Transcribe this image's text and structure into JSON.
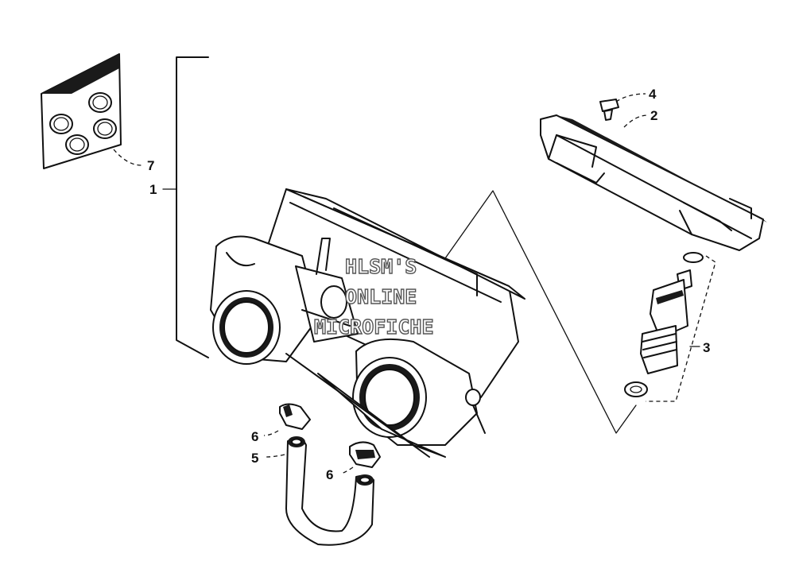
{
  "watermark": {
    "line1": "HLSM'S",
    "line2": "ONLINE",
    "line3": "MICROFICHE"
  },
  "callouts": [
    {
      "id": "c7",
      "number": "7",
      "part": "injector-seal-plate"
    },
    {
      "id": "c1",
      "number": "1",
      "part": "throttle-body-assembly"
    },
    {
      "id": "c4",
      "number": "4",
      "part": "screw"
    },
    {
      "id": "c2",
      "number": "2",
      "part": "fuel-rail"
    },
    {
      "id": "c3",
      "number": "3",
      "part": "fuel-injector"
    },
    {
      "id": "c6a",
      "number": "6",
      "part": "hose-clamp"
    },
    {
      "id": "c5",
      "number": "5",
      "part": "hose"
    },
    {
      "id": "c6b",
      "number": "6",
      "part": "hose-clamp"
    }
  ]
}
